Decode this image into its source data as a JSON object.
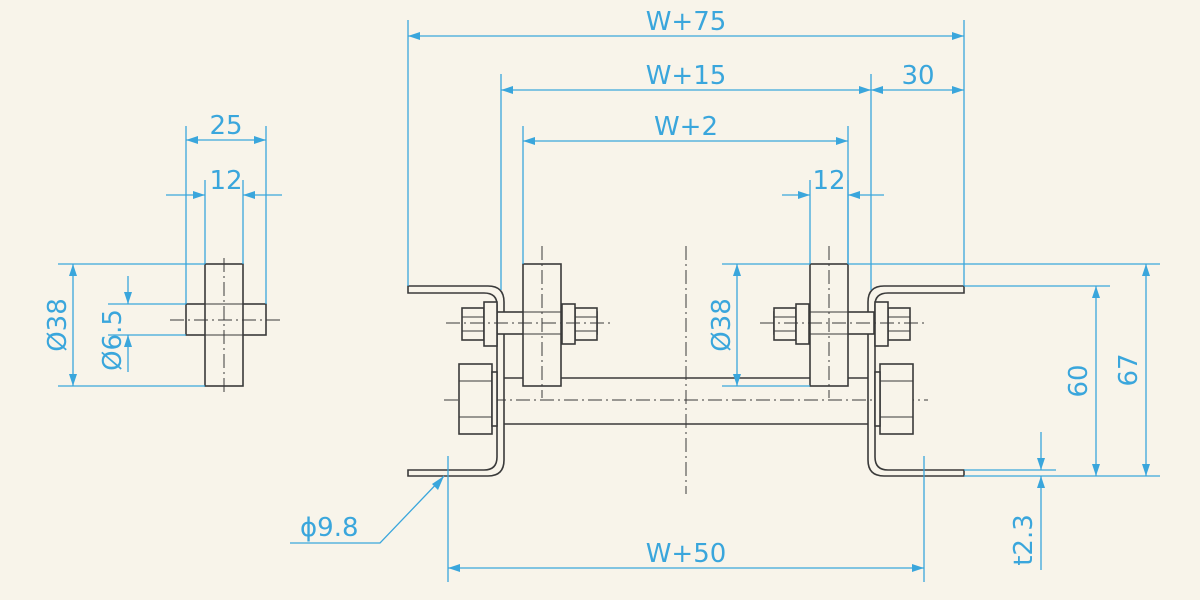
{
  "colors": {
    "background": "#f8f4ea",
    "dimension": "#3aa6dc",
    "outline": "#3a3a3a"
  },
  "side_view": {
    "width_25": "25",
    "width_12": "12",
    "dia_38": "Ø38",
    "dia_6_5": "Ø6.5"
  },
  "front_view": {
    "w75": "W+75",
    "w15": "W+15",
    "dim_30": "30",
    "w2": "W+2",
    "dim_12": "12",
    "dia_38": "Ø38",
    "height_60": "60",
    "height_67": "67",
    "hole_dia": "ϕ9.8",
    "w50": "W+50",
    "thickness": "t2.3"
  }
}
